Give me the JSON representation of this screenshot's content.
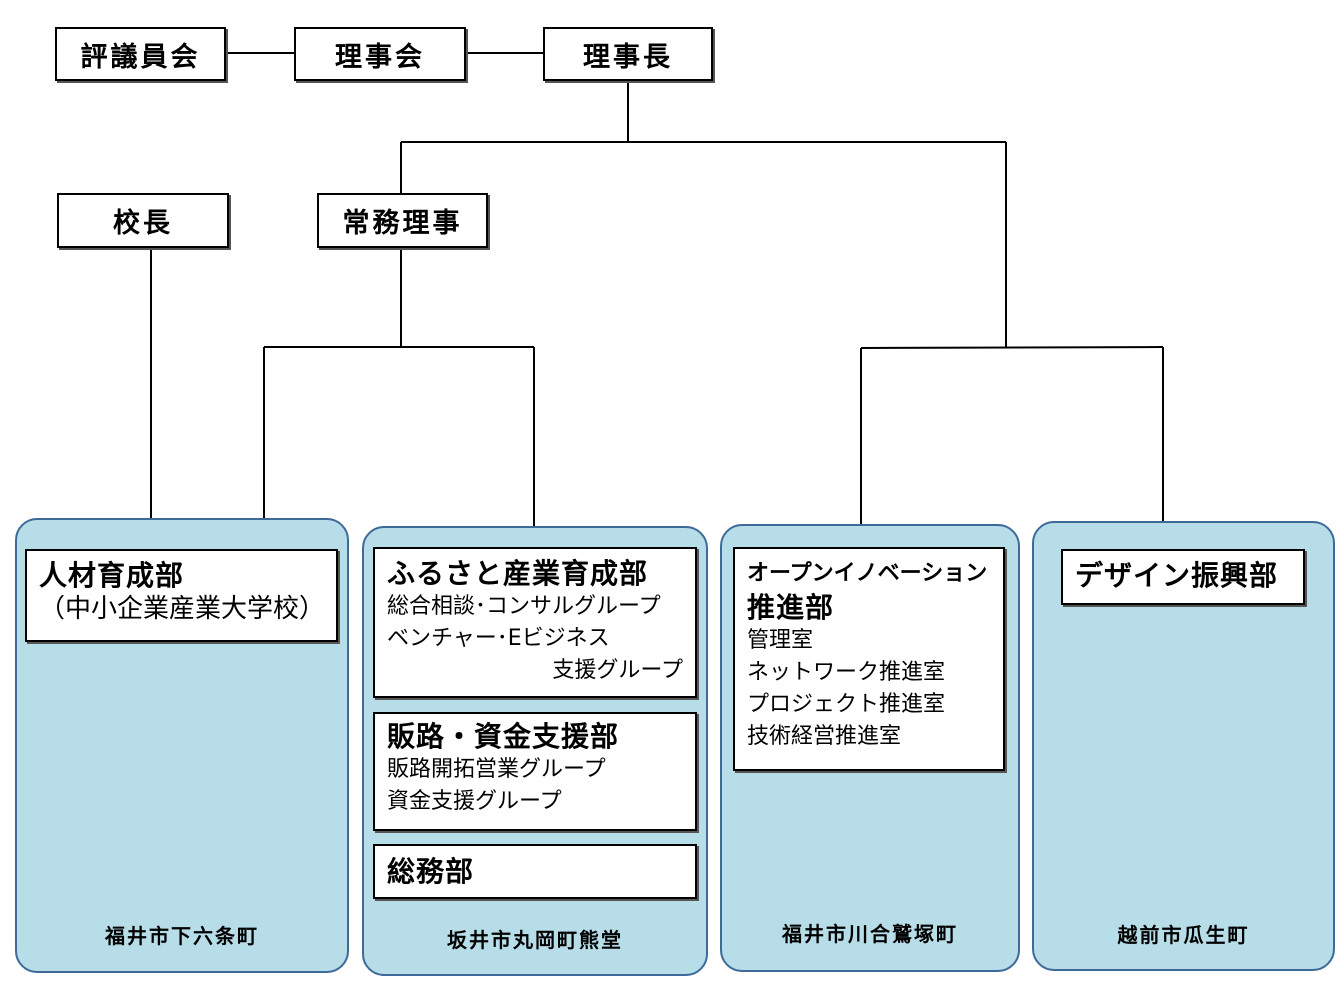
{
  "top": {
    "council": "評議員会",
    "board": "理事会",
    "chairman": "理事長",
    "principal": "校長",
    "director": "常務理事"
  },
  "sites": [
    {
      "location": "福井市下六条町",
      "departments": [
        {
          "title": "人材育成部",
          "subtitle": "（中小企業産業大学校）",
          "groups": []
        }
      ]
    },
    {
      "location": "坂井市丸岡町熊堂",
      "departments": [
        {
          "title": "ふるさと産業育成部",
          "groups": [
            "総合相談･コンサルグループ",
            "ベンチャー･Eビジネス",
            "支援グループ"
          ]
        },
        {
          "title": "販路・資金支援部",
          "groups": [
            "販路開拓営業グループ",
            "資金支援グループ"
          ]
        },
        {
          "title": "総務部",
          "groups": []
        }
      ]
    },
    {
      "location": "福井市川合鷲塚町",
      "departments": [
        {
          "title_line1": "オープンイノベーション",
          "title_line2": "推進部",
          "groups": [
            "管理室",
            "ネットワーク推進室",
            "プロジェクト推進室",
            "技術経営推進室"
          ]
        }
      ]
    },
    {
      "location": "越前市瓜生町",
      "departments": [
        {
          "title": "デザイン振興部",
          "groups": []
        }
      ]
    }
  ]
}
